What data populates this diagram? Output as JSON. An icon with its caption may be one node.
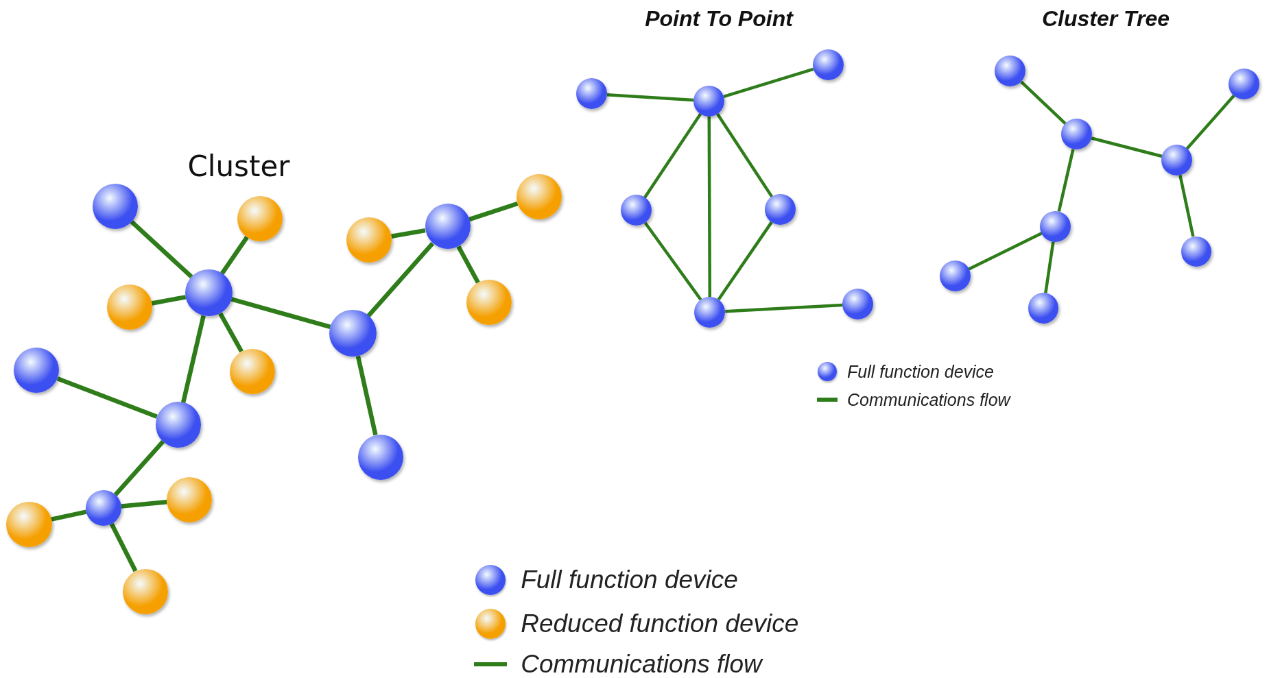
{
  "diagram": {
    "nodes": [
      {
        "text": [],
        "shape": "circle"
      },
      {
        "text": [],
        "shape": "circle"
      },
      {
        "text": [],
        "shape": "circle"
      },
      {
        "text": [],
        "shape": "circle"
      },
      {
        "text": [],
        "shape": "circle"
      },
      {
        "text": [],
        "shape": "circle"
      },
      {
        "text": [],
        "shape": "circle"
      },
      {
        "text": [],
        "shape": "circle"
      },
      {
        "text": [],
        "shape": "circle"
      },
      {
        "text": [],
        "shape": "circle"
      },
      {
        "text": [],
        "shape": "circle"
      },
      {
        "text": [],
        "shape": "circle"
      },
      {
        "text": [],
        "shape": "circle"
      },
      {
        "text": [],
        "shape": "circle"
      },
      {
        "text": [],
        "shape": "circle"
      },
      {
        "text": [],
        "shape": "circle"
      },
      {
        "text": [],
        "shape": "circle"
      },
      {
        "text": [],
        "shape": "circle"
      },
      {
        "text": [],
        "shape": "circle"
      },
      {
        "text": [],
        "shape": "circle"
      },
      {
        "text": [],
        "shape": "circle"
      },
      {
        "text": [],
        "shape": "circle"
      },
      {
        "text": [],
        "shape": "circle"
      },
      {
        "text": [],
        "shape": "circle"
      },
      {
        "text": [],
        "shape": "circle"
      },
      {
        "text": [],
        "shape": "circle"
      },
      {
        "text": [],
        "shape": "circle"
      },
      {
        "text": [],
        "shape": "circle"
      },
      {
        "text": [],
        "shape": "circle"
      },
      {
        "text": [],
        "shape": "circle"
      },
      {
        "text": [],
        "shape": "circle"
      },
      {
        "text": [],
        "shape": "circle"
      }
    ],
    "edges": [
      {
        "from": 0,
        "to": 6,
        "arrow": "none"
      },
      {
        "from": 1,
        "to": 6,
        "arrow": "none"
      },
      {
        "from": 5,
        "to": 6,
        "arrow": "none"
      },
      {
        "from": 10,
        "to": 6,
        "arrow": "none"
      },
      {
        "from": 6,
        "to": 8,
        "arrow": "none"
      },
      {
        "from": 6,
        "to": 11,
        "arrow": "none"
      },
      {
        "from": 9,
        "to": 11,
        "arrow": "none"
      },
      {
        "from": 11,
        "to": 14,
        "arrow": "none"
      },
      {
        "from": 14,
        "to": 15,
        "arrow": "none"
      },
      {
        "from": 14,
        "to": 13,
        "arrow": "none"
      },
      {
        "from": 14,
        "to": 16,
        "arrow": "none"
      },
      {
        "from": 8,
        "to": 4,
        "arrow": "none"
      },
      {
        "from": 8,
        "to": 12,
        "arrow": "none"
      },
      {
        "from": 4,
        "to": 2,
        "arrow": "none"
      },
      {
        "from": 4,
        "to": 3,
        "arrow": "none"
      },
      {
        "from": 4,
        "to": 7,
        "arrow": "none"
      },
      {
        "from": 17,
        "to": 18,
        "arrow": "none"
      },
      {
        "from": 18,
        "to": 19,
        "arrow": "none"
      },
      {
        "from": 18,
        "to": 20,
        "arrow": "none"
      },
      {
        "from": 18,
        "to": 21,
        "arrow": "none"
      },
      {
        "from": 18,
        "to": 22,
        "arrow": "none"
      },
      {
        "from": 20,
        "to": 22,
        "arrow": "none"
      },
      {
        "from": 21,
        "to": 22,
        "arrow": "none"
      },
      {
        "from": 22,
        "to": 23,
        "arrow": "none"
      },
      {
        "from": 24,
        "to": 26,
        "arrow": "none"
      },
      {
        "from": 26,
        "to": 27,
        "arrow": "none"
      },
      {
        "from": 27,
        "to": 25,
        "arrow": "none"
      },
      {
        "from": 27,
        "to": 29,
        "arrow": "none"
      },
      {
        "from": 26,
        "to": 28,
        "arrow": "none"
      },
      {
        "from": 28,
        "to": 30,
        "arrow": "none"
      },
      {
        "from": 28,
        "to": 31,
        "arrow": "none"
      }
    ],
    "labels": [
      "Point To Point",
      "Cluster Tree",
      "Cluster"
    ],
    "legend": [
      {
        "text": "Full function device",
        "color": "#3c4ff0"
      },
      {
        "text": "Communications flow"
      },
      {
        "text": "Full function device",
        "color": "#3c4ff0"
      },
      {
        "text": "Reduced function device",
        "color": "#f5a000"
      },
      {
        "text": "Communications flow"
      }
    ]
  }
}
